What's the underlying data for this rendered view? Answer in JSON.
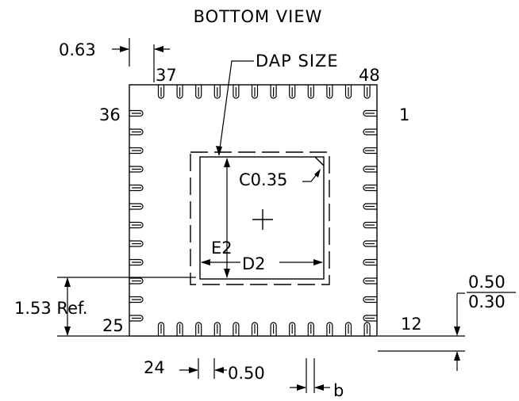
{
  "view_title": "BOTTOM VIEW",
  "package": {
    "pins_per_side": 12,
    "pin_labels": {
      "p37": "37",
      "p48": "48",
      "p36": "36",
      "p1": "1",
      "p25": "25",
      "p12": "12",
      "p24": "24"
    }
  },
  "dimensions": {
    "pitch_top": "0.63",
    "dap_size": "DAP SIZE",
    "chamfer": "C0.35",
    "e2": "E2",
    "d2": "D2",
    "ref_height": "1.53 Ref.",
    "pad_length_max": "0.50",
    "pad_length_min": "0.30",
    "pitch_bottom": "0.50",
    "pad_width": "b"
  }
}
